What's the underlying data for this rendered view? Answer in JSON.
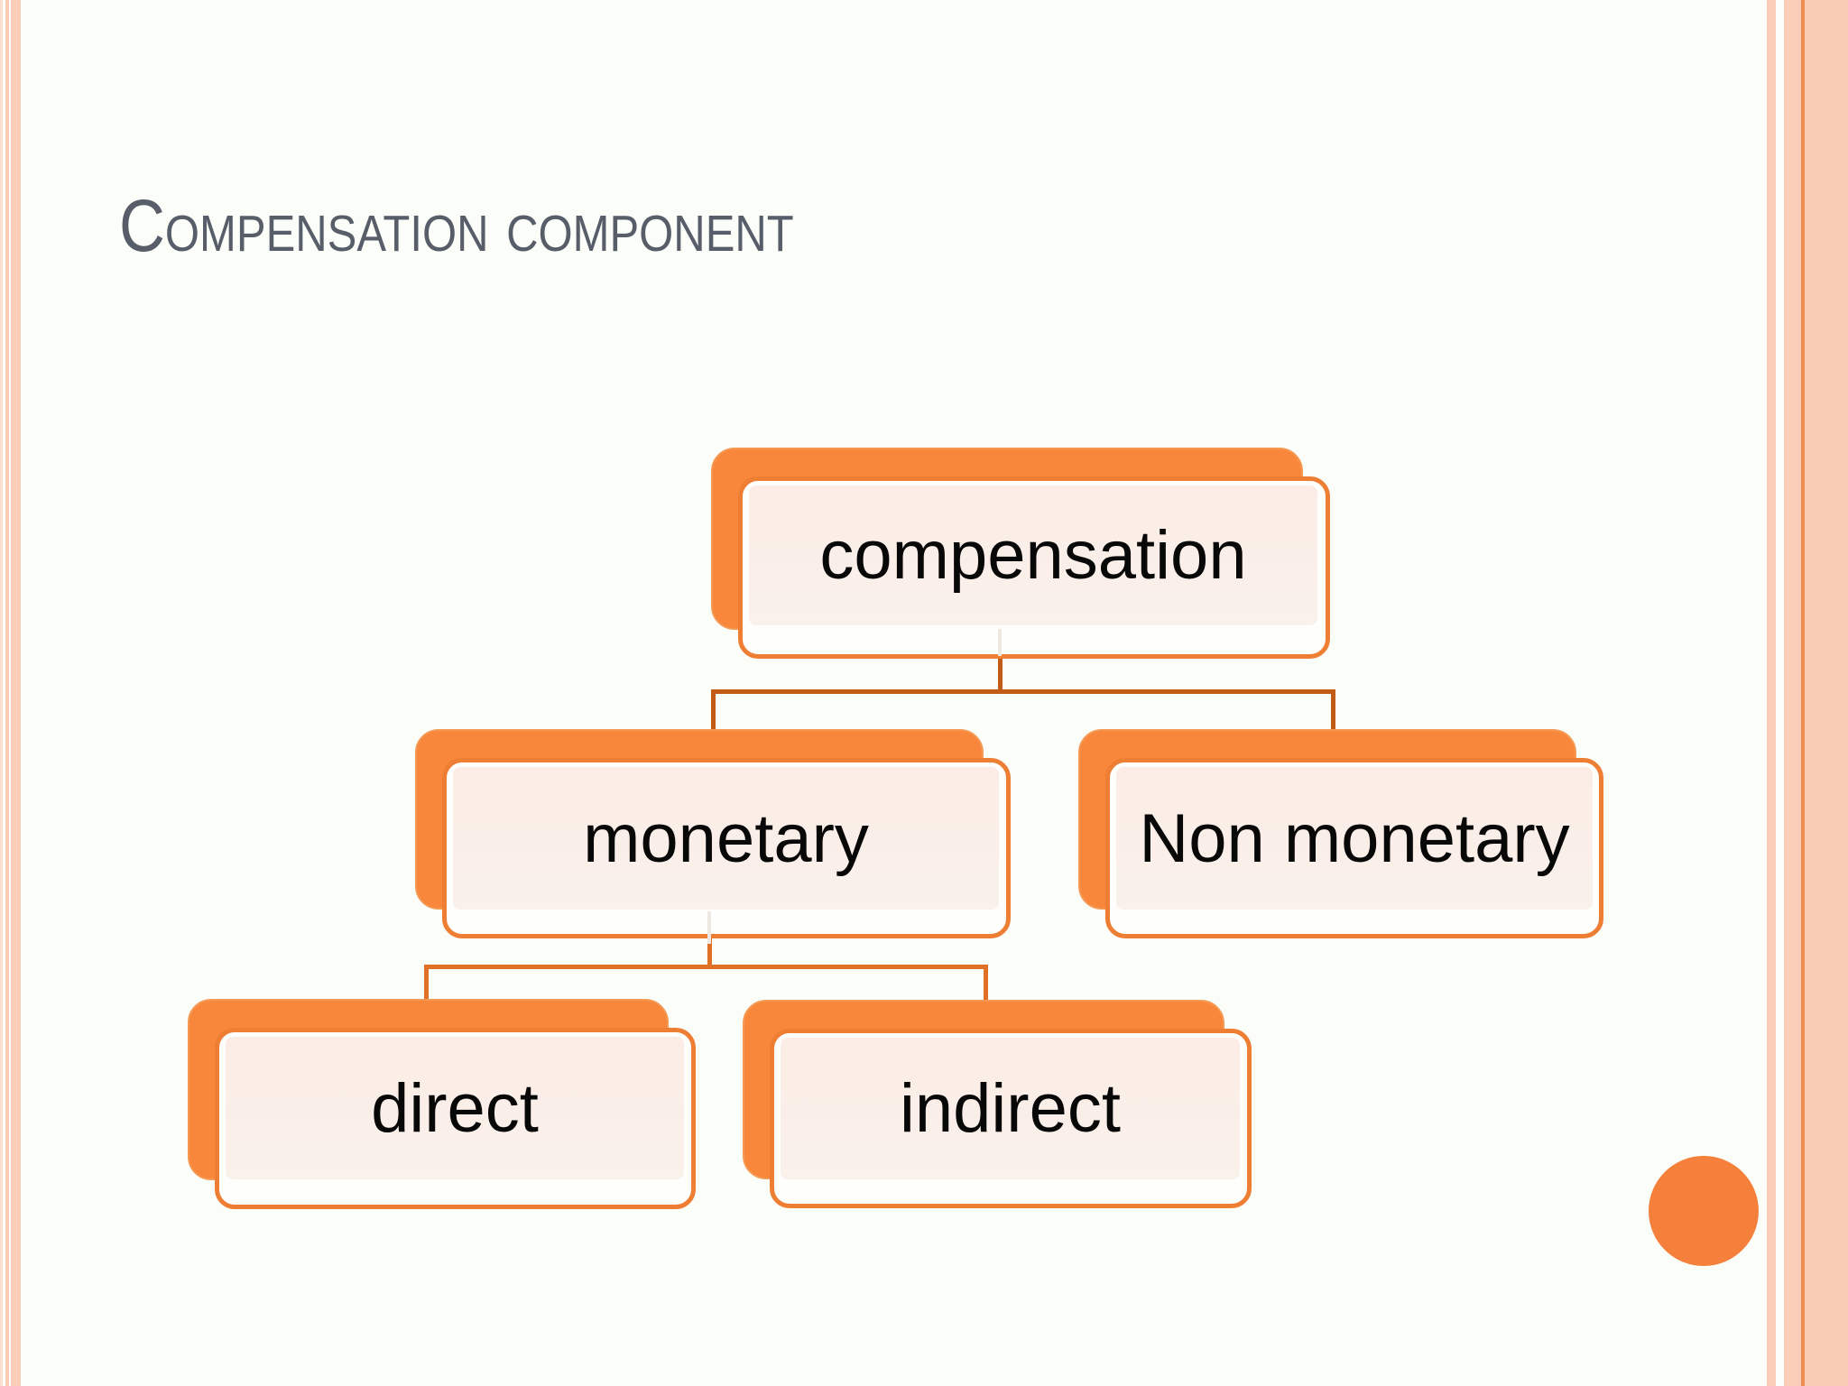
{
  "slide": {
    "title": "Compensation component",
    "background_color": "#FBFDF8",
    "title_color": "#575E69"
  },
  "diagram": {
    "type": "hierarchy-org-chart",
    "nodes": [
      {
        "id": "compensation",
        "label": "compensation",
        "level": 1,
        "parent": null
      },
      {
        "id": "monetary",
        "label": "monetary",
        "level": 2,
        "parent": "compensation"
      },
      {
        "id": "non_monetary",
        "label": "Non monetary",
        "level": 2,
        "parent": "compensation"
      },
      {
        "id": "direct",
        "label": "direct",
        "level": 3,
        "parent": "monetary"
      },
      {
        "id": "indirect",
        "label": "indirect",
        "level": 3,
        "parent": "monetary"
      }
    ],
    "node_colors": {
      "shadow_box_fill": "#F8873C",
      "front_box_border": "#EE7E33",
      "front_box_fill": "#FEFEFD",
      "inner_panel_fill": "#FBEDE5",
      "label_color": "#080808"
    },
    "connector_colors": {
      "level1_to_level2": "#C25A18",
      "level2_to_level3": "#DF7026"
    }
  },
  "decor": {
    "left_border_stripes_color": "#F9CDB8",
    "right_border_stripes_color": "#F9CDB8",
    "right_border_accent_line": "#EC8B52",
    "right_border_outer_band": "#F9CCB5",
    "corner_circle_color": "#F5803B"
  }
}
